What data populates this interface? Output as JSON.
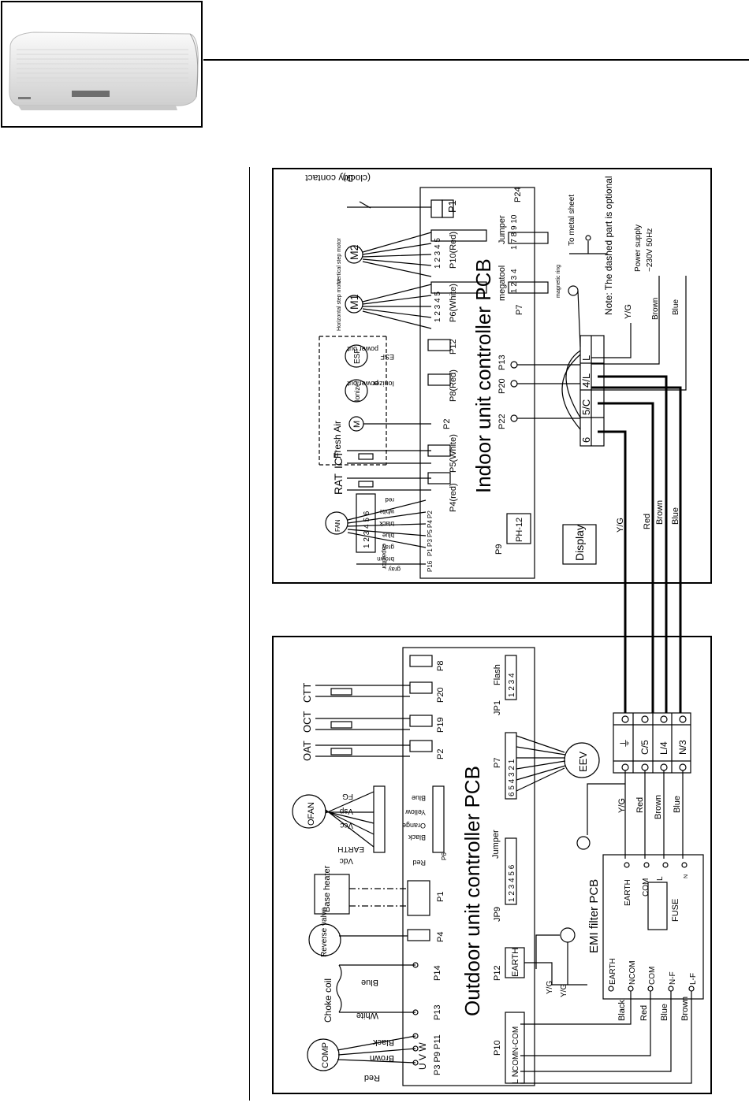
{
  "indoor": {
    "title": "Indoor unit controller  PCB",
    "dry_contact": "Dry contact",
    "dry_contact_sub": "(clock)",
    "p1": "P1",
    "p24": "P24",
    "jumper": "Jumper",
    "jumper_pins": "1 7 8 9 10",
    "m2": "M2",
    "m1": "M1",
    "vert_motor": "Vertical step motor",
    "horiz_motor": "Horizontal step motor",
    "p10": "P10(Red)",
    "p6": "P6(White)",
    "megatool": "megatool",
    "p7": "P7",
    "p7_pins": "1 2 3 4",
    "pins5": "1 2 3 4 5",
    "esf": "ESF",
    "esf_label": "ESF",
    "esf_power": "power out",
    "p12": "P12",
    "p13": "P13",
    "ionizer": "Ionizer",
    "ionizer_label": "Ionizer",
    "ionizer_power": "power out",
    "p8": "P8(Red)",
    "p20": "P20",
    "fresh_air": "Fresh Air",
    "m": "M",
    "p2": "P2",
    "p22": "P22",
    "rat": "RAT",
    "ict": "ICT",
    "p4": "P4(red)",
    "p5": "P5(White)",
    "fan": "FAN",
    "fan_pins": "1 2 3 4 5 6",
    "fan_wires": [
      "red",
      "white",
      "black",
      "blue",
      "gray",
      "brown"
    ],
    "fan_p": "P1 P3 P5 P4 P2",
    "capacitor": "capacitor",
    "gray": "gray",
    "p16": "P16",
    "p9": "P9",
    "ph12": "PH-12",
    "display": "Display",
    "magnetic_ring": "magnetic ring",
    "to_metal": "To metal sheet",
    "note": "Note: The dashed part is optional",
    "yg": "Y/G",
    "power_supply": "Power supply",
    "voltage": "~230V 50Hz",
    "brown": "Brown",
    "blue": "Blue",
    "term_6": "6",
    "term_5c": "5/C",
    "term_4l": "4/L",
    "term_l": "L",
    "wires": [
      "Y/G",
      "Red",
      "Brown",
      "Blue"
    ],
    "pin12": "1 2"
  },
  "outdoor": {
    "title": "Outdoor unit controller  PCB",
    "comp": "COMP",
    "comp_wires": [
      "Red",
      "Brown",
      "Black"
    ],
    "uvw": "U  V  W",
    "p3p9p11": "P3 P9 P11",
    "choke": "Choke coil",
    "white": "White",
    "blue": "Blue",
    "p13": "P13",
    "p14": "P14",
    "reverse": "Reverse valve",
    "p4": "P4",
    "base": "Base heater",
    "p1": "P1",
    "ofan": "OFAN",
    "ofan_labels": [
      "Vdc",
      "EARTH",
      "Vcc",
      "Vsp",
      "FG"
    ],
    "ofan_wires": [
      "Red",
      "Black",
      "Orange",
      "Yellow",
      "Blue"
    ],
    "p6": "P6",
    "oat": "OAT",
    "oct": "OCT",
    "ctt": "CTT",
    "p2": "P2",
    "p19": "P19",
    "p20": "P20",
    "p8": "P8",
    "p7": "P7",
    "eev": "EEV",
    "p7_pins": "6 5 4 3 2 1",
    "flash": "Flash",
    "jp1": "JP1",
    "jp1_pins": "1 2 3 4",
    "jumper": "Jumper",
    "jp9": "JP9",
    "jp9_pins": "1 2 3 4 5 6",
    "p12": "P12",
    "earth": "EARTH",
    "yg": "Y/G",
    "p10": "P10",
    "ln": "L N",
    "comn": "COMN-COM",
    "emi": "EMI filter PCB",
    "emi_left": [
      "EARTH",
      "NCOM",
      "COM",
      "N-F",
      "L-F"
    ],
    "emi_right": [
      "EARTH",
      "COM",
      "L",
      "N"
    ],
    "fuse": "FUSE",
    "term": [
      "⏚",
      "C/5",
      "L/4",
      "N/3"
    ],
    "wires_left": [
      "Black",
      "Red",
      "Blue",
      "Brown"
    ],
    "wires_right": [
      "Y/G",
      "Red",
      "Brown",
      "Blue"
    ],
    "pin12": "1 2"
  }
}
